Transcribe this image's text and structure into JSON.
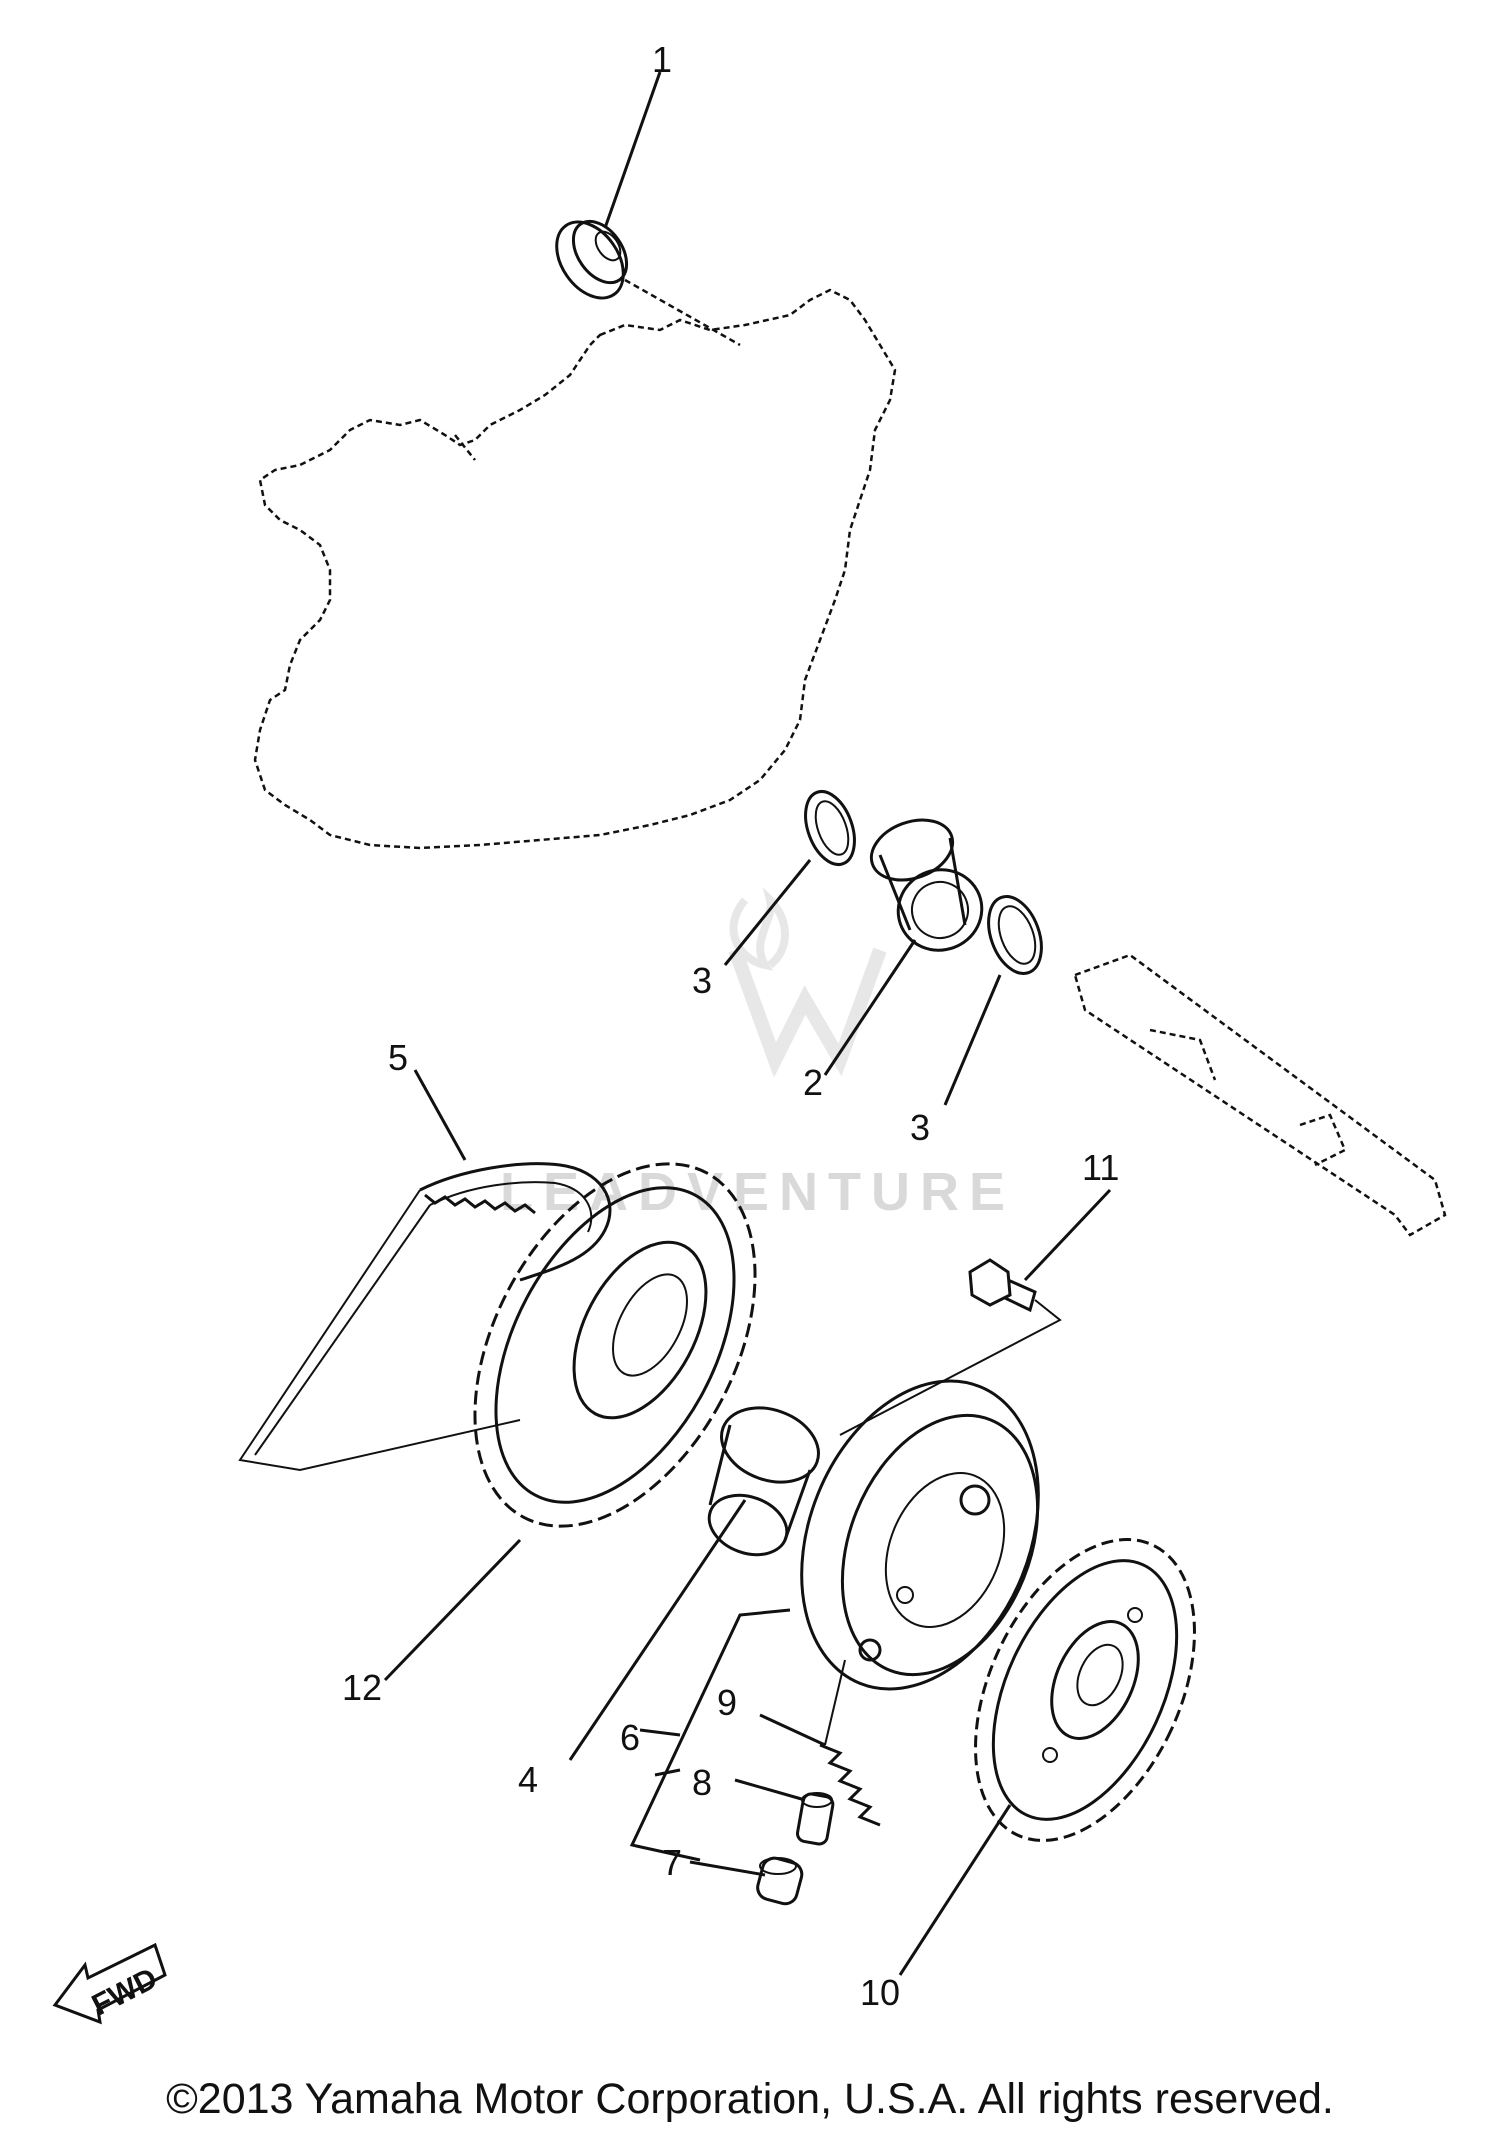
{
  "callouts": {
    "c1": "1",
    "c2": "2",
    "c3a": "3",
    "c3b": "3",
    "c4": "4",
    "c5": "5",
    "c6": "6",
    "c7": "7",
    "c8": "8",
    "c9": "9",
    "c10": "10",
    "c11": "11",
    "c12": "12"
  },
  "fwd_label": "FWD",
  "watermark": "LEADVENTURE",
  "copyright": "©2013 Yamaha Motor Corporation, U.S.A. All rights reserved."
}
